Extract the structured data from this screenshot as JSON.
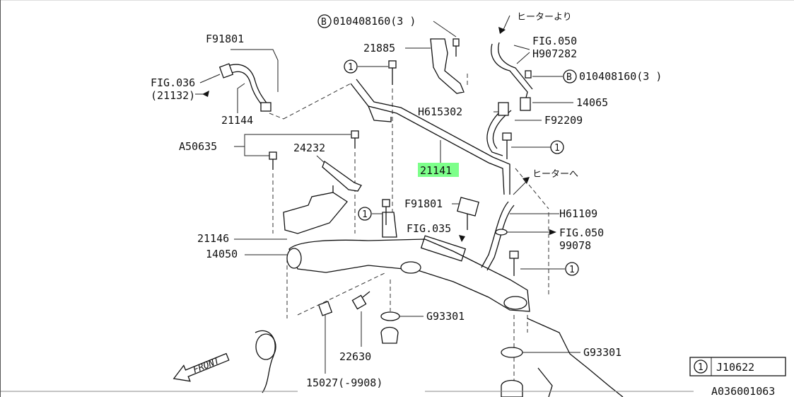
{
  "callouts": {
    "bolt_ref_top": "010408160(3 )",
    "bolt_ref_mid": "010408160(3 )",
    "circle_b": "B",
    "circle_1": "1",
    "hoses": {
      "f91801_top": "F91801",
      "fig036": "FIG.036",
      "fig036_ref": "(21132)",
      "p21144": "21144",
      "p21885": "21885",
      "heater_from": "ヒーターより",
      "fig050_top": "FIG.050",
      "h907282": "H907282",
      "p14065": "14065",
      "h615302": "H615302",
      "f92209": "F92209",
      "a50635": "A50635",
      "p24232": "24232",
      "p21141": "21141",
      "heater_to": "ヒーターへ",
      "f91801_mid": "F91801",
      "h61109": "H61109",
      "fig035": "FIG.035",
      "fig050_mid": "FIG.050",
      "p99078": "99078",
      "p21146": "21146",
      "p14050": "14050",
      "g93301_a": "G93301",
      "g93301_b": "G93301",
      "p22630": "22630",
      "p15027": "15027(-9908)",
      "front": "FRONT"
    }
  },
  "legend": {
    "circle_num": "1",
    "code": "J10622"
  },
  "figure_id": "A036001063",
  "highlight_color": "#7dff8a"
}
